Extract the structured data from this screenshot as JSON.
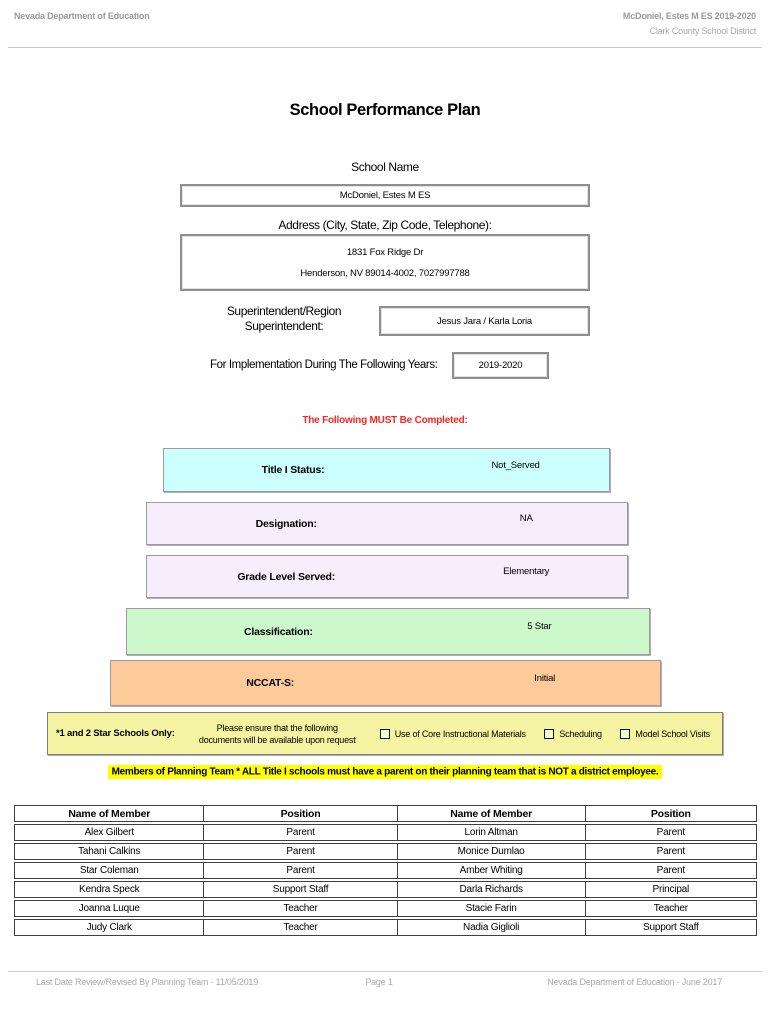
{
  "header": {
    "left": "Nevada Department of Education",
    "right_line1": "McDoniel, Estes M ES  2019-2020",
    "right_line2": "Clark County School District"
  },
  "title": "School Performance Plan",
  "form": {
    "school_name_label": "School Name",
    "school_name_value": "McDoniel, Estes M ES",
    "address_label": "Address (City, State, Zip Code, Telephone):",
    "address_line1": "1831 Fox Ridge Dr",
    "address_line2": "Henderson, NV  89014-4002, 7027997788",
    "superintendent_label_line1": "Superintendent/Region",
    "superintendent_label_line2": "Superintendent:",
    "superintendent_value": "Jesus Jara / Karla Loria",
    "implementation_label": "For Implementation During The Following Years:",
    "implementation_value": "2019-2020"
  },
  "must_complete_notice": "The Following MUST Be Completed:",
  "colors": {
    "notice_red": "#ff2222",
    "highlight_yellow": "#ffff00"
  },
  "status_boxes": [
    {
      "label": "Title I Status:",
      "value": "Not_Served",
      "color": "#ccffff"
    },
    {
      "label": "Designation:",
      "value": "NA",
      "color": "#f7eefb"
    },
    {
      "label": "Grade Level Served:",
      "value": "Elementary",
      "color": "#f7eefb"
    },
    {
      "label": "Classification:",
      "value": "5 Star",
      "color": "#ccf8cc"
    },
    {
      "label": "NCCAT-S:",
      "value": "Initial",
      "color": "#fdcb9a"
    }
  ],
  "star_schools": {
    "background": "#f4f4a2",
    "label": "*1 and 2 Star Schools Only:",
    "note_line1": "Please ensure that the following",
    "note_line2": "documents will be available upon request",
    "checkboxes": [
      "Use of Core Instructional Materials",
      "Scheduling",
      "Model School Visits"
    ]
  },
  "members_notice": "Members of Planning Team * ALL Title I schools must have a parent on their planning team that is NOT a district employee.",
  "team_table": {
    "headers": [
      "Name of Member",
      "Position",
      "Name of Member",
      "Position"
    ],
    "rows": [
      [
        "Alex Gilbert",
        "Parent",
        "Lorin Altman",
        "Parent"
      ],
      [
        "Tahani Calkins",
        "Parent",
        "Monice Dumlao",
        "Parent"
      ],
      [
        "Star Coleman",
        "Parent",
        "Amber Whiting",
        "Parent"
      ],
      [
        "Kendra Speck",
        "Support Staff",
        "Darla Richards",
        "Principal"
      ],
      [
        "Joanna Luque",
        "Teacher",
        "Stacie Farin",
        "Teacher"
      ],
      [
        "Judy Clark",
        "Teacher",
        "Nadia Giglioli",
        "Support Staff"
      ]
    ]
  },
  "footer": {
    "left": "Last Date Review/Revised By Planning Team - 11/05/2019",
    "center": "Page 1",
    "right": "Nevada Department of Education - June 2017"
  }
}
